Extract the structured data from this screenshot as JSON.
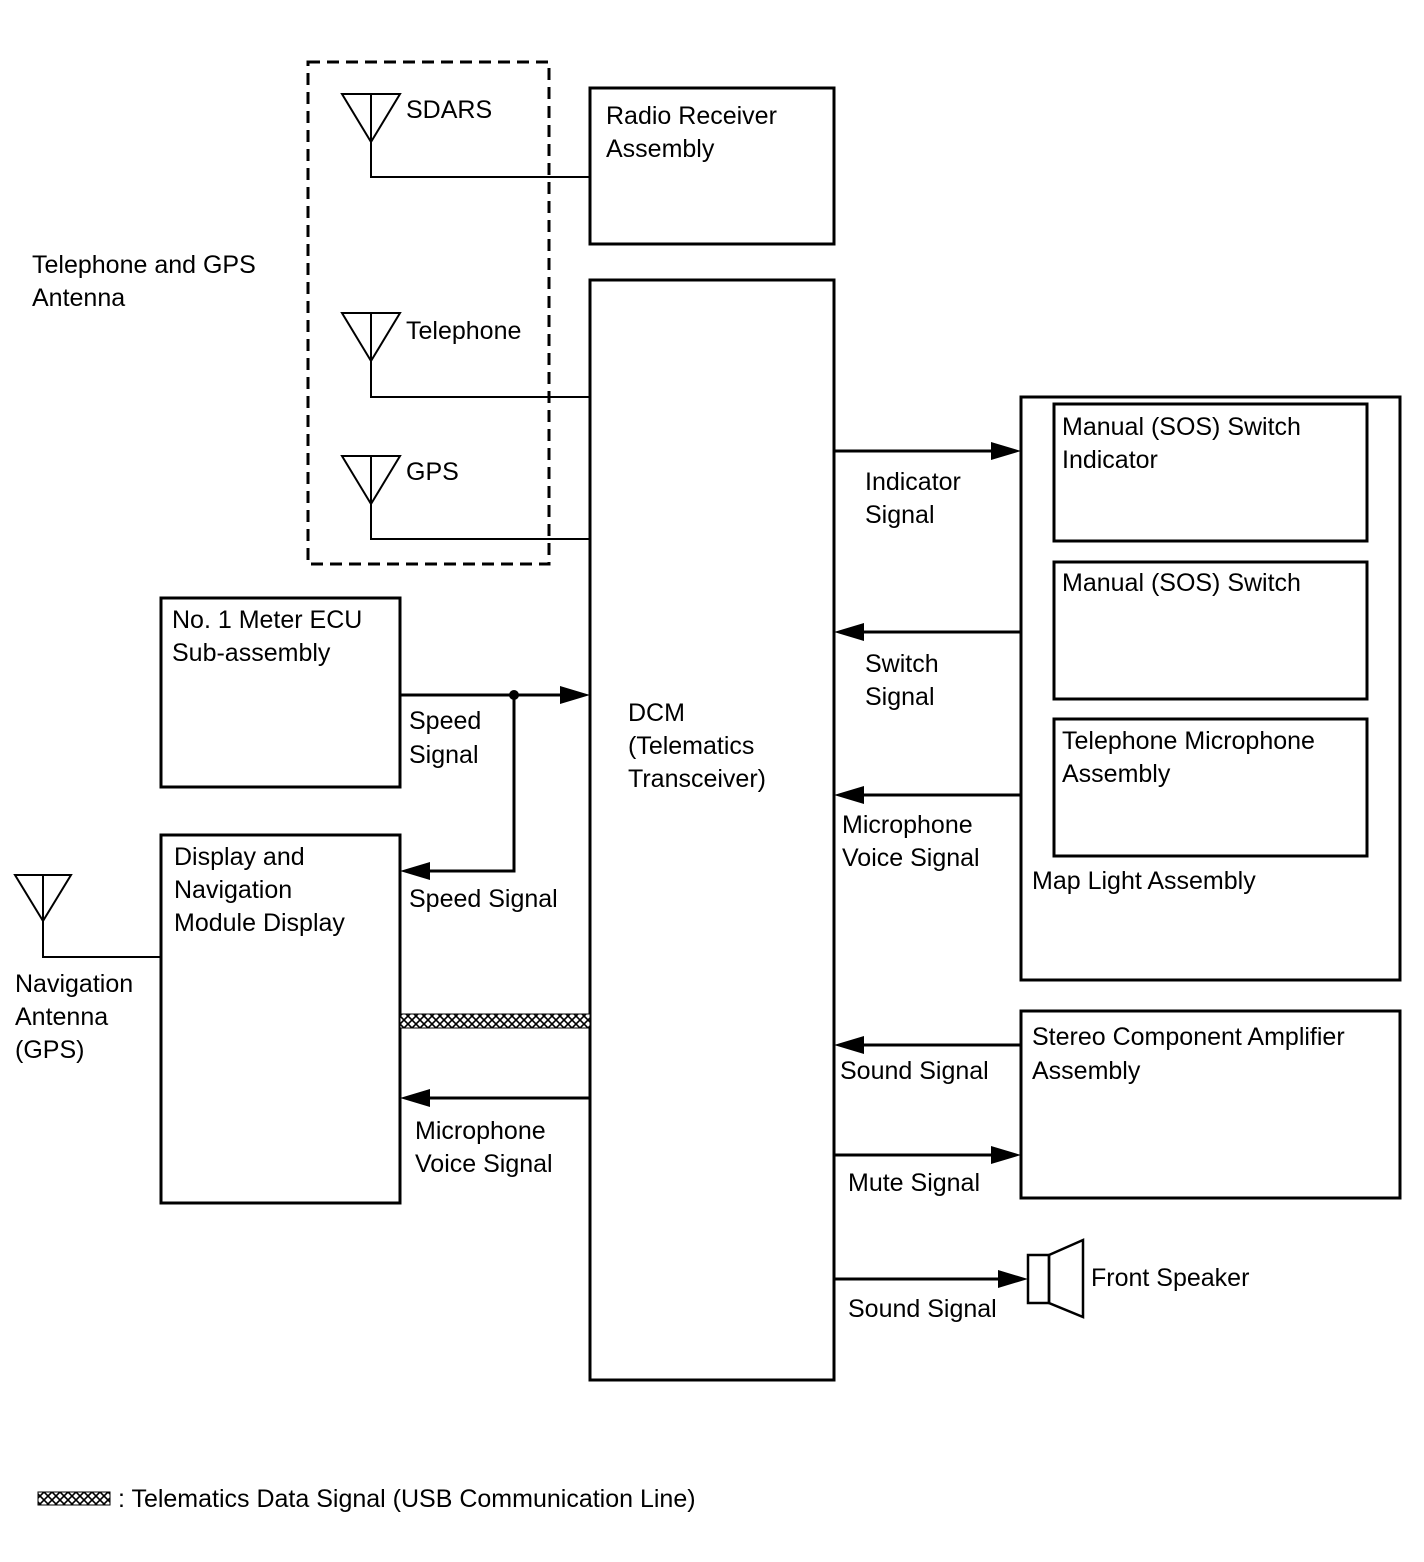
{
  "antenna_group": {
    "label": [
      "Telephone and GPS",
      "Antenna"
    ],
    "sdars": "SDARS",
    "telephone": "Telephone",
    "gps": "GPS"
  },
  "components": {
    "radio_receiver": [
      "Radio Receiver",
      "Assembly"
    ],
    "dcm": [
      "DCM",
      "(Telematics",
      "Transceiver)"
    ],
    "meter_ecu": [
      "No. 1 Meter ECU",
      "Sub-assembly"
    ],
    "display_nav": [
      "Display and",
      "Navigation",
      "Module Display"
    ],
    "nav_antenna": [
      "Navigation",
      "Antenna",
      "(GPS)"
    ],
    "sos_indicator": [
      "Manual (SOS) Switch",
      "Indicator"
    ],
    "sos_switch": [
      "Manual (SOS) Switch"
    ],
    "microphone": [
      "Telephone Microphone",
      "Assembly"
    ],
    "map_light": "Map Light Assembly",
    "amplifier": [
      "Stereo Component Amplifier",
      "Assembly"
    ],
    "front_speaker": "Front Speaker"
  },
  "signals": {
    "indicator": [
      "Indicator",
      "Signal"
    ],
    "switch": [
      "Switch",
      "Signal"
    ],
    "mic_voice_right": [
      "Microphone",
      "Voice Signal"
    ],
    "speed_to_dcm": [
      "Speed",
      "Signal"
    ],
    "speed_to_display": "Speed Signal",
    "mic_voice_left": [
      "Microphone",
      "Voice Signal"
    ],
    "sound_from_amp": "Sound Signal",
    "mute": "Mute Signal",
    "sound_to_speaker": "Sound Signal"
  },
  "legend": {
    "text": ": Telematics Data Signal (USB Communication Line)"
  }
}
